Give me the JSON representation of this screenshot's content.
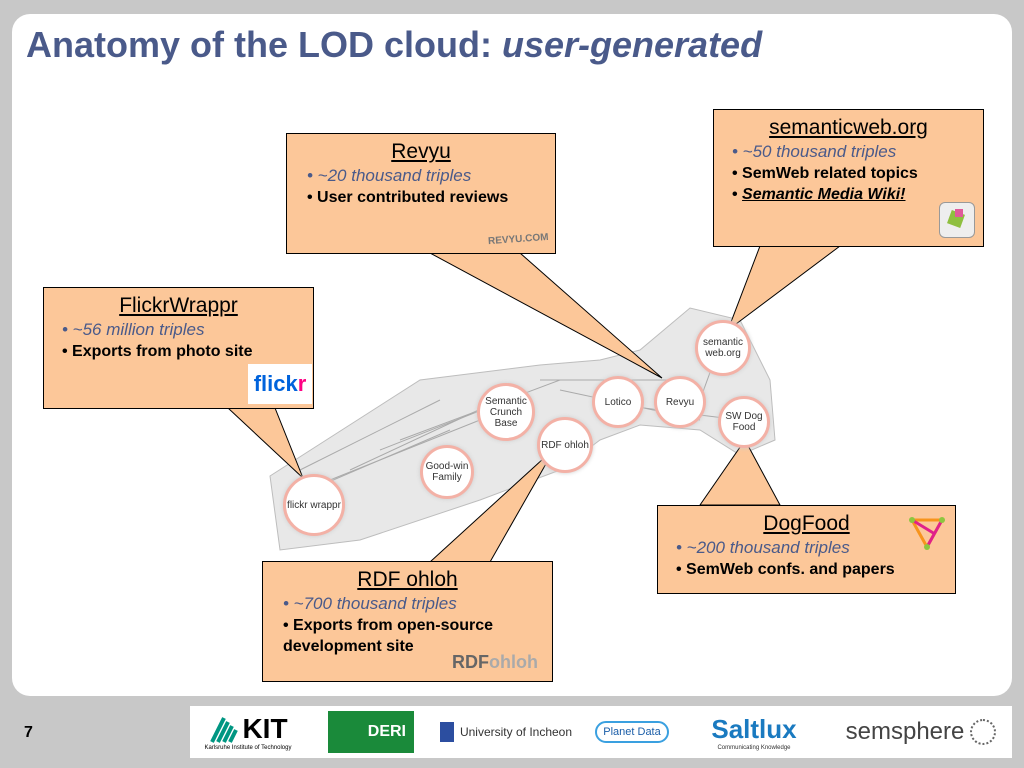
{
  "title": {
    "main": "Anatomy of the LOD cloud: ",
    "emph": "user-generated"
  },
  "boxes": {
    "revyu": {
      "heading": "Revyu",
      "line1": "• ~20 thousand triples",
      "line2": "• User contributed reviews",
      "logo": "REVYU.COM"
    },
    "semanticweb": {
      "heading": "semanticweb.org",
      "line1": "• ~50 thousand triples",
      "line2": "• SemWeb related topics",
      "line3_bullet": "• ",
      "line3_link": "Semantic Media Wiki!"
    },
    "flickr": {
      "heading": "FlickrWrappr",
      "line1": "• ~56 million triples",
      "line2": "• Exports from photo site",
      "logo_a": "flick",
      "logo_b": "r"
    },
    "dogfood": {
      "heading": "DogFood",
      "line1": "• ~200 thousand triples",
      "line2": "• SemWeb confs. and papers"
    },
    "ohloh": {
      "heading": "RDF ohloh",
      "line1": "• ~700 thousand triples",
      "line2": "• Exports from open-source",
      "line3": "development site",
      "logo_a": "RDF",
      "logo_b": "ohloh"
    }
  },
  "nodes": {
    "semanticweb": "semantic web.org",
    "revyu": "Revyu",
    "lotico": "Lotico",
    "sw_dog_food": "SW Dog Food",
    "rdf_ohloh": "RDF ohloh",
    "semantic_crunch_base": "Semantic Crunch Base",
    "goodwin_family": "Good-win Family",
    "flickr_wrappr": "flickr wrappr"
  },
  "footer": {
    "page_number": "7",
    "kit": "KIT",
    "kit_sub": "Karlsruhe Institute of Technology",
    "deri": "DERI",
    "incheon": "University of Incheon",
    "planetdata": "Planet Data",
    "saltlux": "Saltlux",
    "saltlux_sub": "Communicating Knowledge",
    "semsphere": "semsphere"
  },
  "colors": {
    "box_fill": "#fcc799",
    "title": "#4a5a8a",
    "node_border": "#f3b1a6"
  }
}
